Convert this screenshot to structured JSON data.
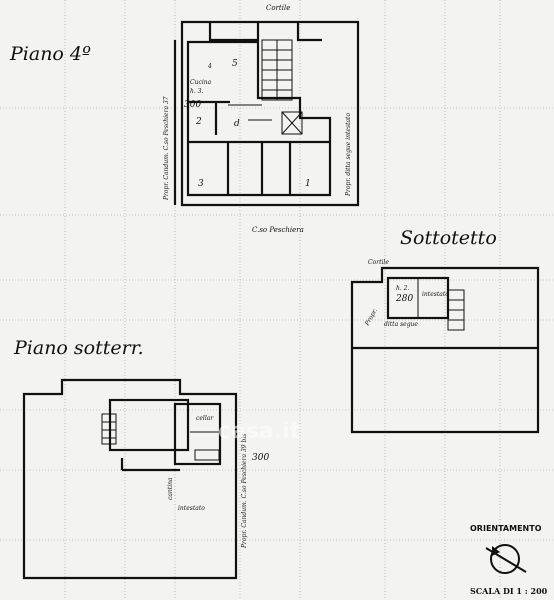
{
  "title_piano4": "Piano 4º",
  "title_sottotetto": "Sottotetto",
  "title_sotterr": "Piano sotterr.",
  "piano4": {
    "cortile": "Cortile",
    "cucina": "Cucina",
    "cucina_h": "h. 3.",
    "height_300": "300",
    "room_5": "5",
    "room_4": "4",
    "room_d": "d",
    "room_2": "2",
    "room_3": "3",
    "room_1": "1",
    "via": "C.so Peschiera",
    "left_note": "Propr. Candum. C.so Peschiera 37",
    "right_note": "Propr. ditta segue intestato"
  },
  "sottotetto": {
    "cortile": "Cortile",
    "h": "h. 2.",
    "height_280": "280",
    "intestato": "intestato",
    "ditta": "ditta segue",
    "propr": "Propr."
  },
  "sotterr": {
    "cellar": "cellar",
    "height_300": "300",
    "intestato": "intestato",
    "side_note": "Propr. Candum. C.so Peschiera 39 bis",
    "cantina": "cantina"
  },
  "watermark": "casa.it",
  "orientamento": "ORIENTAMENTO",
  "scala": "SCALA DI 1 : 200"
}
